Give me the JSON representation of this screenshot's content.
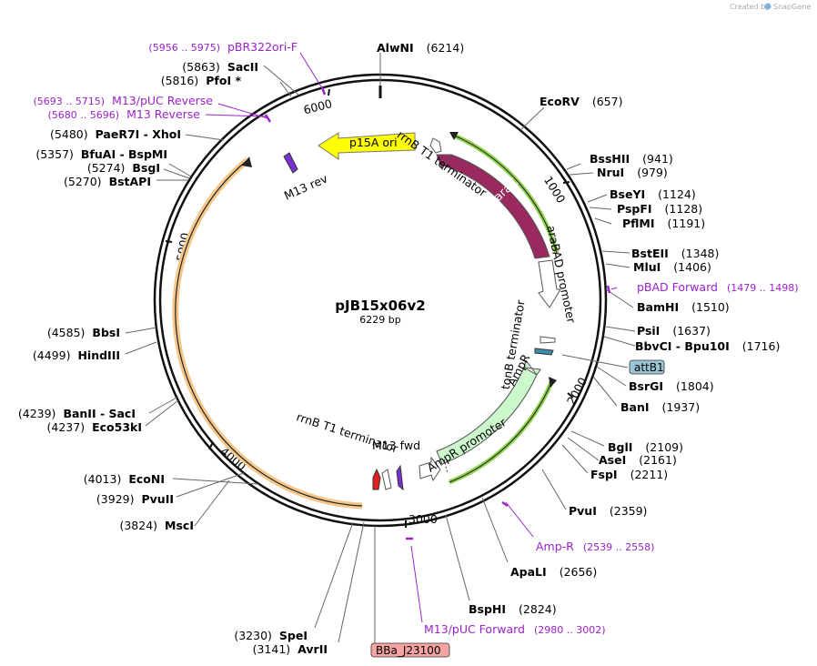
{
  "credit": {
    "prefix": "Created by",
    "brand": "SnapGene"
  },
  "plasmid": {
    "name": "pJB15x06v2",
    "size": "6229 bp"
  },
  "ruler_ticks": [
    "1000",
    "2000",
    "3000",
    "4000",
    "5000",
    "6000"
  ],
  "features": {
    "p15a_ori": "p15A ori",
    "rrnb_top": "rrnB T1 terminator",
    "arac": "araC",
    "arabad": "araBAD promoter",
    "m13rev": "M13 rev",
    "tonb": "tonB terminator",
    "ampr": "AmpR",
    "ampr_promoter": "AmpR promoter",
    "m13fwd": "M13 fwd",
    "rrnb_bottom": "rrnB T1 terminator"
  },
  "boxed": {
    "attb1": "attB1",
    "bba": "BBa_J23100"
  },
  "sites_right": [
    {
      "id": "alwni",
      "name": "AlwNI",
      "pos": "(6214)"
    },
    {
      "id": "ecorv",
      "name": "EcoRV",
      "pos": "(657)"
    },
    {
      "id": "bsshii",
      "name": "BssHII",
      "pos": "(941)"
    },
    {
      "id": "drui",
      "name": "NruI",
      "pos": "(979)"
    },
    {
      "id": "bseyi",
      "name": "BseYI",
      "pos": "(1124)"
    },
    {
      "id": "pspfi",
      "name": "PspFI",
      "pos": "(1128)"
    },
    {
      "id": "pflmi",
      "name": "PflMI",
      "pos": "(1191)"
    },
    {
      "id": "bsteii",
      "name": "BstEII",
      "pos": "(1348)"
    },
    {
      "id": "mlui",
      "name": "MluI",
      "pos": "(1406)"
    },
    {
      "id": "bamhi",
      "name": "BamHI",
      "pos": "(1510)"
    },
    {
      "id": "psii",
      "name": "PsiI",
      "pos": "(1637)"
    },
    {
      "id": "bbvci",
      "name": "BbvCI  -  Bpu10I",
      "pos": "(1716)"
    },
    {
      "id": "bsrgi",
      "name": "BsrGI",
      "pos": "(1804)"
    },
    {
      "id": "bani",
      "name": "BanI",
      "pos": "(1937)"
    },
    {
      "id": "bgli",
      "name": "BglI",
      "pos": "(2109)"
    },
    {
      "id": "asei",
      "name": "AseI",
      "pos": "(2161)"
    },
    {
      "id": "fspi",
      "name": "FspI",
      "pos": "(2211)"
    },
    {
      "id": "pvui",
      "name": "PvuI",
      "pos": "(2359)"
    },
    {
      "id": "apali",
      "name": "ApaLI",
      "pos": "(2656)"
    },
    {
      "id": "bsphi",
      "name": "BspHI",
      "pos": "(2824)"
    }
  ],
  "sites_left": [
    {
      "id": "sacii",
      "name": "SacII",
      "pos": "(5863)"
    },
    {
      "id": "pfoi",
      "name": "PfoI *",
      "pos": "(5816)"
    },
    {
      "id": "paer7i",
      "name": "PaeR7I  -  XhoI",
      "pos": "(5480)"
    },
    {
      "id": "bfuai",
      "name": "BfuAI  -  BspMI",
      "pos": "(5357)"
    },
    {
      "id": "bsgi",
      "name": "BsgI",
      "pos": "(5274)"
    },
    {
      "id": "bstapi",
      "name": "BstAPI",
      "pos": "(5270)"
    },
    {
      "id": "bbsi",
      "name": "BbsI",
      "pos": "(4585)"
    },
    {
      "id": "hindiii",
      "name": "HindIII",
      "pos": "(4499)"
    },
    {
      "id": "banii",
      "name": "BanII  -  SacI",
      "pos": "(4239)"
    },
    {
      "id": "eco53ki",
      "name": "Eco53kI",
      "pos": "(4237)"
    },
    {
      "id": "econi",
      "name": "EcoNI",
      "pos": "(4013)"
    },
    {
      "id": "pvuii",
      "name": "PvuII",
      "pos": "(3929)"
    },
    {
      "id": "msci",
      "name": "MscI",
      "pos": "(3824)"
    },
    {
      "id": "spei",
      "name": "SpeI",
      "pos": "(3230)"
    },
    {
      "id": "avrii",
      "name": "AvrII",
      "pos": "(3141)"
    }
  ],
  "primers": [
    {
      "id": "pbr322",
      "range": "(5956 .. 5975)",
      "name": "pBR322ori-F"
    },
    {
      "id": "m13puc_rev",
      "range": "(5693 .. 5715)",
      "name": "M13/pUC Reverse"
    },
    {
      "id": "m13_rev",
      "range": "(5680 .. 5696)",
      "name": "M13 Reverse"
    },
    {
      "id": "pbad_fwd",
      "name": "pBAD Forward",
      "range": "(1479 .. 1498)"
    },
    {
      "id": "ampr_primer",
      "name": "Amp-R",
      "range": "(2539 .. 2558)"
    },
    {
      "id": "m13puc_fwd",
      "name": "M13/pUC Forward",
      "range": "(2980 .. 3002)"
    }
  ],
  "colors": {
    "p15a": "#ffff00",
    "arac": "#99295e",
    "ampr": "#ccf9cc",
    "orange_orf": "#f6c78a",
    "green_orf": "#8fd14f",
    "primer": "#9b22c9",
    "attb1": "#9bc4d4",
    "bba": "#f5a3a3",
    "m13": "#7a2fd0",
    "term_red": "#e02020"
  }
}
